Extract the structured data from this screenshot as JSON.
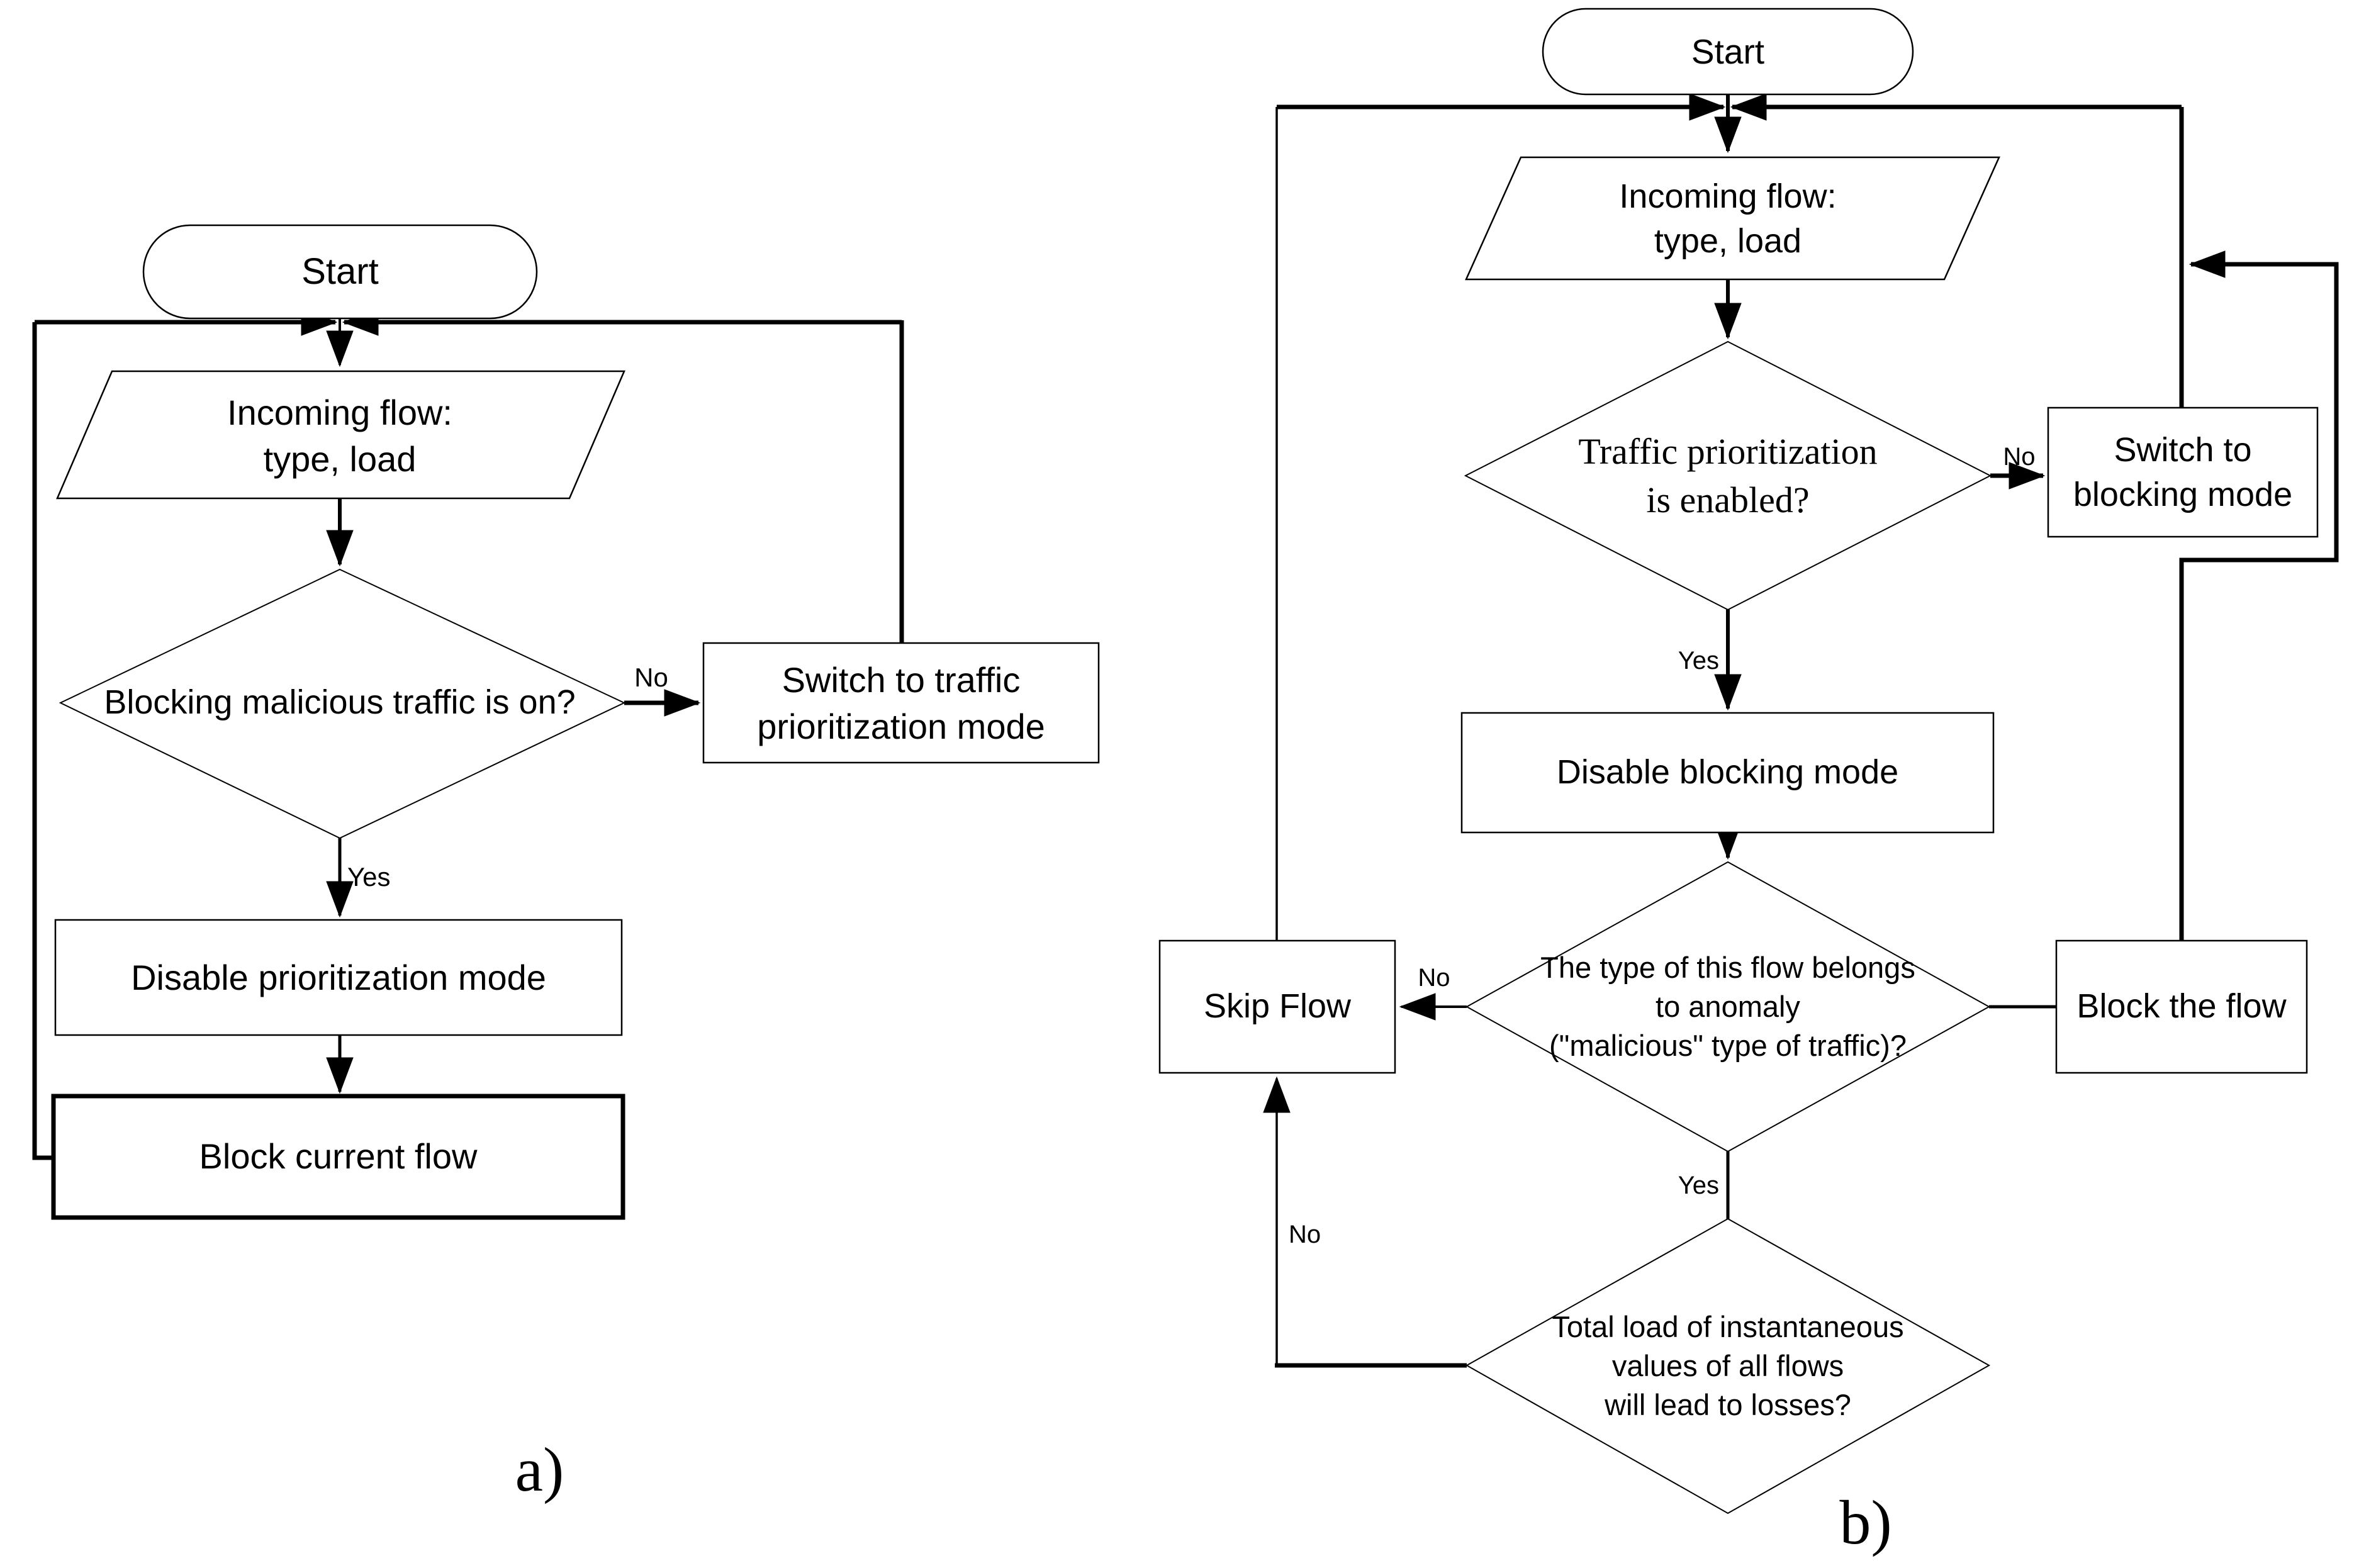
{
  "figure": {
    "type": "flowchart-pair",
    "colors": {
      "stroke": "#000000",
      "background": "#ffffff",
      "text": "#000000"
    }
  },
  "chart_a": {
    "caption": "a)",
    "nodes": {
      "start": "Start",
      "input": "Incoming flow:\ntype, load",
      "decision_blocking": "Blocking malicious traffic is on?",
      "switch_mode": "Switch to traffic\nprioritization mode",
      "disable_mode": "Disable prioritization mode",
      "block_flow": "Block current flow"
    },
    "edges": {
      "no": "No",
      "yes": "Yes"
    }
  },
  "chart_b": {
    "caption": "b)",
    "nodes": {
      "start": "Start",
      "input": "Incoming flow:\ntype, load",
      "decision_prioritization": "Traffic prioritization\nis enabled?",
      "switch_mode": "Switch to\nblocking mode",
      "disable_mode": "Disable blocking mode",
      "decision_anomaly": "The type of this flow belongs\nto anomaly\n(\"malicious\" type of traffic)?",
      "skip_flow": "Skip Flow",
      "block_flow": "Block the flow",
      "decision_total_load": "Total load of instantaneous\nvalues of all flows\nwill lead to losses?"
    },
    "edges": {
      "no1": "No",
      "yes1": "Yes",
      "no2": "No",
      "yes2": "Yes",
      "no3": "No"
    }
  }
}
